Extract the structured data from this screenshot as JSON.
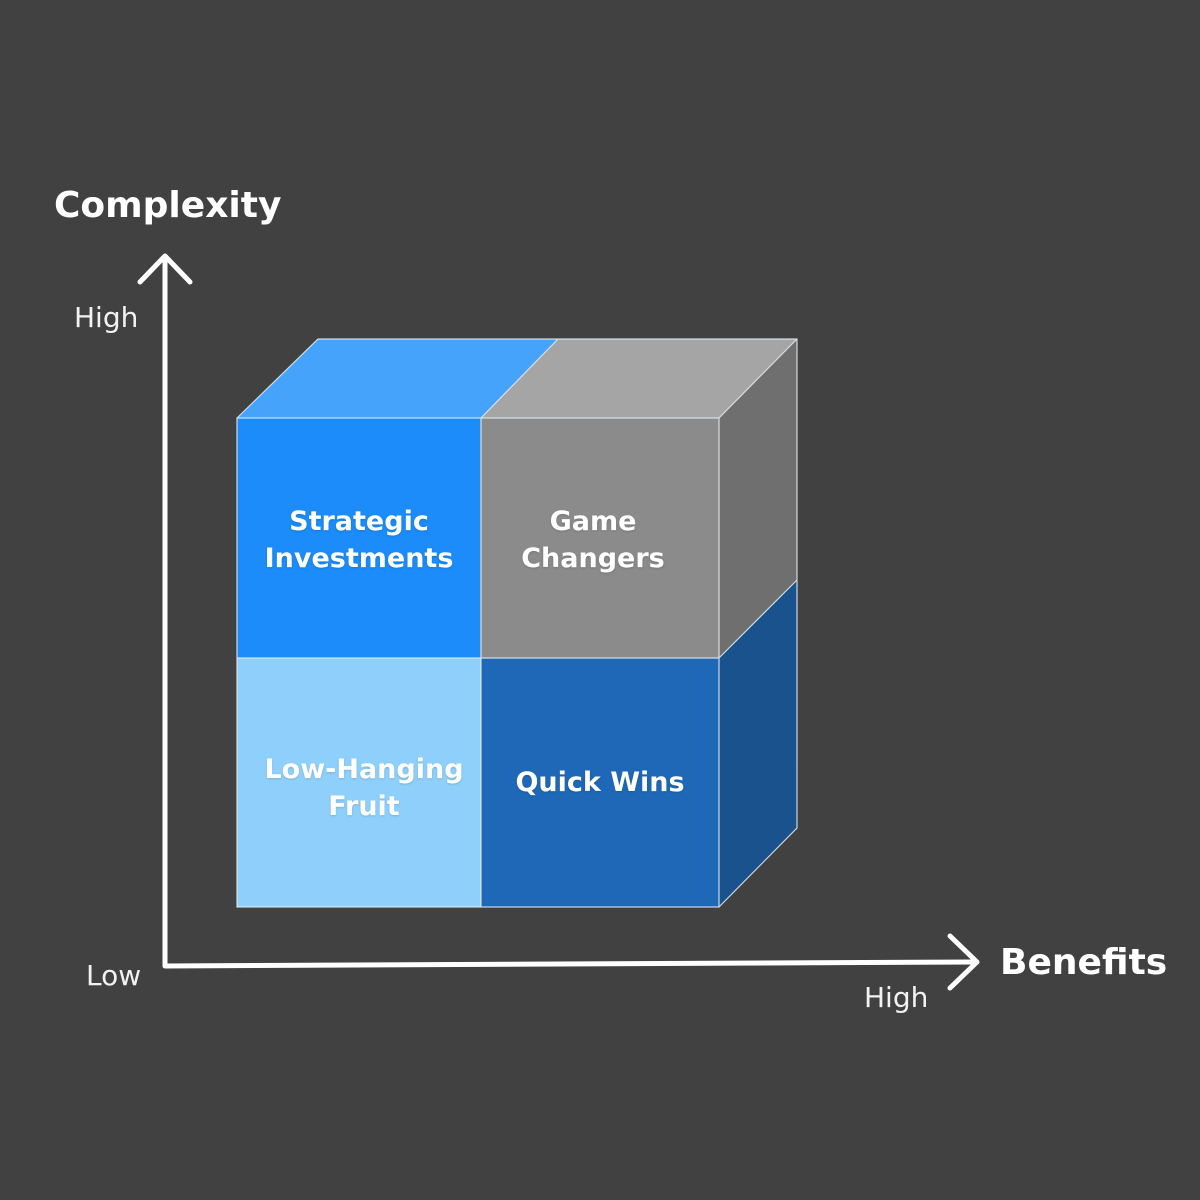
{
  "axes": {
    "y_title": "Complexity",
    "x_title": "Benefits",
    "y_high": "High",
    "origin_low": "Low",
    "x_high": "High"
  },
  "quadrants": {
    "top_left": {
      "label": "Strategic Investments",
      "color": "#1b8cfa",
      "top_face_color": "#45a3fb"
    },
    "top_right": {
      "label": "Game Changers",
      "color": "#8a8b8a",
      "top_face_color": "#a4a5a4",
      "side_face_color": "#6e6f6e"
    },
    "bottom_left": {
      "label": "Low-Hanging Fruit",
      "color": "#8ed0fb"
    },
    "bottom_right": {
      "label": "Quick Wins",
      "color": "#1f68b7",
      "side_face_color": "#1a528e"
    }
  },
  "colors": {
    "background": "#414141",
    "axis_line": "#ffffff"
  }
}
